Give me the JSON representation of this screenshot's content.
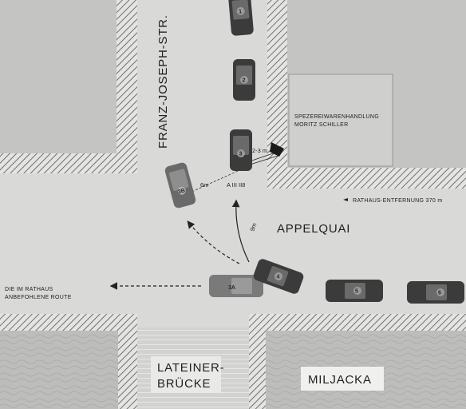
{
  "streets": {
    "franz_joseph_str": "FRANZ-JOSEPH-STR.",
    "appelquai": "APPELQUAI"
  },
  "bridge": {
    "line1": "LATEINER-",
    "line2": "BRÜCKE"
  },
  "river": "MILJACKA",
  "shop": {
    "line1": "SPEZEREIWARENHANDLUNG",
    "line2": "MORITZ SCHILLER"
  },
  "route": {
    "line1": "DIE IM RATHAUS",
    "line2": "ANBEFOHLENE ROUTE"
  },
  "distance_note": "RATHAUS-ENTFERNUNG 370 m",
  "measurements": {
    "shot_distance": "2-3 m",
    "gap_3": "6m",
    "gap_turn": "9m",
    "position_label": "A III II8"
  },
  "cars": [
    {
      "id": "1",
      "label": "1"
    },
    {
      "id": "2",
      "label": "2"
    },
    {
      "id": "3",
      "label": "3"
    },
    {
      "id": "3b",
      "label": "3B"
    },
    {
      "id": "3a",
      "label": "3A"
    },
    {
      "id": "4",
      "label": "4"
    },
    {
      "id": "5",
      "label": "5"
    },
    {
      "id": "6",
      "label": "6"
    }
  ],
  "colors": {
    "road": "#d9d9d7",
    "block": "#c4c4c2",
    "hatch": "#6e6e6e",
    "car": "#3b3b3b",
    "water": "#bdbdbb"
  }
}
